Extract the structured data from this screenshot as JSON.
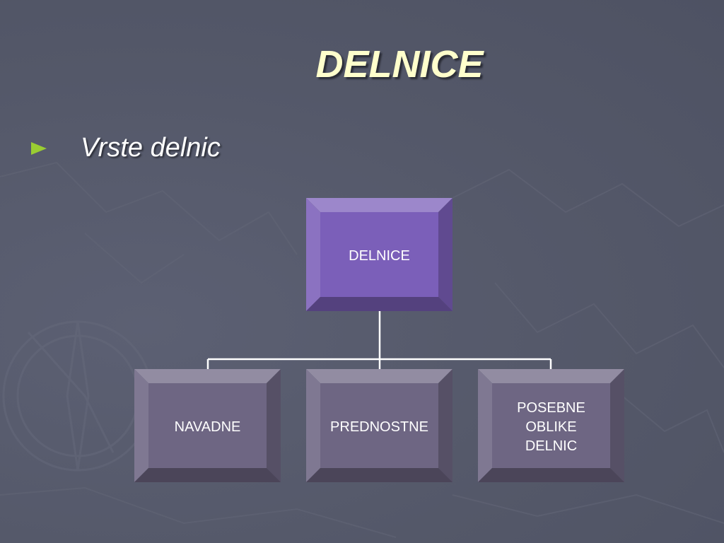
{
  "slide": {
    "title": "DELNICE",
    "bullet": "Vrste delnic"
  },
  "diagram": {
    "root": {
      "label": "DELNICE",
      "color": "#7b5fb9"
    },
    "children": [
      {
        "lines": [
          "NAVADNE"
        ]
      },
      {
        "lines": [
          "PREDNOSTNE"
        ]
      },
      {
        "lines": [
          "POSEBNE",
          "OBLIKE",
          "DELNIC"
        ]
      }
    ],
    "child_color": "#6e6683",
    "connector_color": "#ffffff",
    "bullet_color": "#9acd32",
    "title_color": "#ffffcc"
  }
}
